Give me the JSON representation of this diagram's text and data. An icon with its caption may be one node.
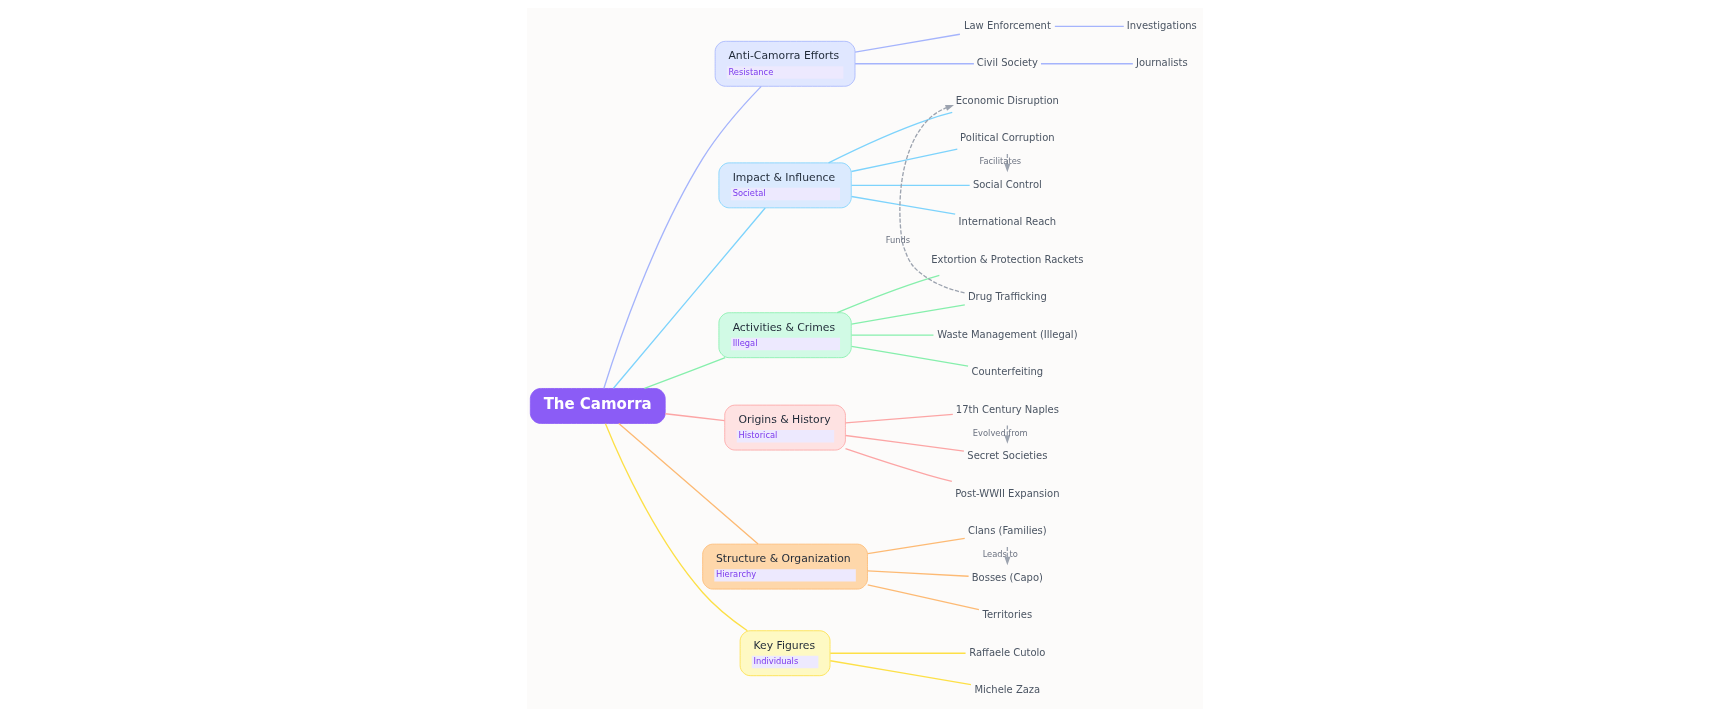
{
  "diagram": {
    "nodes": [
      {
        "text": [
          "The Camorra"
        ]
      },
      {
        "text": [
          "Anti-Camorra Efforts",
          "Resistance"
        ]
      },
      {
        "text": [
          "Law Enforcement"
        ]
      },
      {
        "text": [
          "Investigations"
        ]
      },
      {
        "text": [
          "Civil Society"
        ]
      },
      {
        "text": [
          "Journalists"
        ]
      },
      {
        "text": [
          "Impact & Influence",
          "Societal"
        ]
      },
      {
        "text": [
          "Economic Disruption"
        ]
      },
      {
        "text": [
          "Political Corruption"
        ]
      },
      {
        "text": [
          "Social Control"
        ]
      },
      {
        "text": [
          "International Reach"
        ]
      },
      {
        "text": [
          "Activities & Crimes",
          "Illegal"
        ]
      },
      {
        "text": [
          "Extortion & Protection Rackets"
        ]
      },
      {
        "text": [
          "Drug Trafficking"
        ]
      },
      {
        "text": [
          "Waste Management (Illegal)"
        ]
      },
      {
        "text": [
          "Counterfeiting"
        ]
      },
      {
        "text": [
          "Origins & History",
          "Historical"
        ]
      },
      {
        "text": [
          "17th Century Naples"
        ]
      },
      {
        "text": [
          "Secret Societies"
        ]
      },
      {
        "text": [
          "Post-WWII Expansion"
        ]
      },
      {
        "text": [
          "Structure & Organization",
          "Hierarchy"
        ]
      },
      {
        "text": [
          "Clans (Families)"
        ]
      },
      {
        "text": [
          "Bosses (Capo)"
        ]
      },
      {
        "text": [
          "Territories"
        ]
      },
      {
        "text": [
          "Key Figures",
          "Individuals"
        ]
      },
      {
        "text": [
          "Raffaele Cutolo"
        ]
      },
      {
        "text": [
          "Michele Zaza"
        ]
      }
    ],
    "edges": [
      {
        "from": 0,
        "to": 1,
        "arrow": "none",
        "color": "#a5b4fc"
      },
      {
        "from": 1,
        "to": 2,
        "arrow": "none",
        "color": "#a5b4fc"
      },
      {
        "from": 2,
        "to": 3,
        "arrow": "none",
        "color": "#a5b4fc"
      },
      {
        "from": 1,
        "to": 4,
        "arrow": "none",
        "color": "#a5b4fc"
      },
      {
        "from": 4,
        "to": 5,
        "arrow": "none",
        "color": "#a5b4fc"
      },
      {
        "from": 0,
        "to": 6,
        "arrow": "none",
        "color": "#7dd3fc"
      },
      {
        "from": 6,
        "to": 7,
        "arrow": "none",
        "color": "#7dd3fc"
      },
      {
        "from": 6,
        "to": 8,
        "arrow": "none",
        "color": "#7dd3fc"
      },
      {
        "from": 6,
        "to": 9,
        "arrow": "none",
        "color": "#7dd3fc"
      },
      {
        "from": 6,
        "to": 10,
        "arrow": "none",
        "color": "#7dd3fc"
      },
      {
        "from": 0,
        "to": 11,
        "arrow": "none",
        "color": "#86efac"
      },
      {
        "from": 11,
        "to": 12,
        "arrow": "none",
        "color": "#86efac"
      },
      {
        "from": 11,
        "to": 13,
        "arrow": "none",
        "color": "#86efac"
      },
      {
        "from": 11,
        "to": 14,
        "arrow": "none",
        "color": "#86efac"
      },
      {
        "from": 11,
        "to": 15,
        "arrow": "none",
        "color": "#86efac"
      },
      {
        "from": 0,
        "to": 16,
        "arrow": "none",
        "color": "#fca5a5"
      },
      {
        "from": 16,
        "to": 17,
        "arrow": "none",
        "color": "#fca5a5"
      },
      {
        "from": 16,
        "to": 18,
        "arrow": "none",
        "color": "#fca5a5"
      },
      {
        "from": 16,
        "to": 19,
        "arrow": "none",
        "color": "#fca5a5"
      },
      {
        "from": 0,
        "to": 20,
        "arrow": "none",
        "color": "#fdba74"
      },
      {
        "from": 20,
        "to": 21,
        "arrow": "none",
        "color": "#fdba74"
      },
      {
        "from": 20,
        "to": 22,
        "arrow": "none",
        "color": "#fdba74"
      },
      {
        "from": 20,
        "to": 23,
        "arrow": "none",
        "color": "#fdba74"
      },
      {
        "from": 0,
        "to": 24,
        "arrow": "none",
        "color": "#fde047"
      },
      {
        "from": 24,
        "to": 25,
        "arrow": "none",
        "color": "#fde047"
      },
      {
        "from": 24,
        "to": 26,
        "arrow": "none",
        "color": "#fde047"
      },
      {
        "from": 17,
        "to": 18,
        "arrow": "to",
        "label": "Evolved from",
        "style": "dashed",
        "color": "#9ca3af"
      },
      {
        "from": 21,
        "to": 22,
        "arrow": "to",
        "label": "Leads to",
        "style": "dashed",
        "color": "#9ca3af"
      },
      {
        "from": 8,
        "to": 9,
        "arrow": "to",
        "label": "Facilitates",
        "style": "dashed",
        "color": "#9ca3af"
      },
      {
        "from": 13,
        "to": 7,
        "arrow": "to",
        "label": "Funds",
        "style": "dashed",
        "color": "#9ca3af"
      }
    ]
  }
}
